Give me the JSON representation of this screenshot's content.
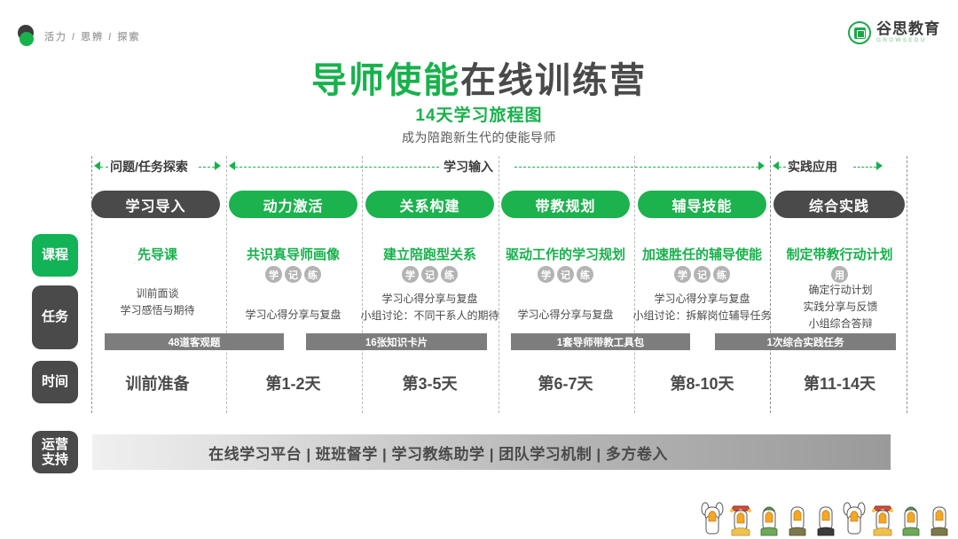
{
  "topbar": {
    "tagline": "活力 / 思辨 / 探索",
    "logo_cn": "谷思教育",
    "logo_en": "GROWSEDU"
  },
  "title": {
    "main_green": "导师使能",
    "main_dark": "在线训练营",
    "sub": "14天学习旅程图",
    "desc": "成为陪跑新生代的使能导师"
  },
  "phases": [
    {
      "label": "问题/任务探索"
    },
    {
      "label": "学习输入"
    },
    {
      "label": "实践应用"
    }
  ],
  "row_labels": {
    "course": "课程",
    "task": "任务",
    "time": "时间",
    "support_line1": "运营",
    "support_line2": "支持"
  },
  "columns": [
    {
      "pill": "学习导入",
      "pill_style": "dark",
      "course": "先导课",
      "badges": [],
      "tasks": [
        "训前面谈",
        "学习感悟与期待"
      ],
      "time": "训前准备"
    },
    {
      "pill": "动力激活",
      "pill_style": "green",
      "course": "共识真导师画像",
      "badges": [
        "学",
        "记",
        "练"
      ],
      "tasks": [
        "学习心得分享与复盘"
      ],
      "time": "第1-2天"
    },
    {
      "pill": "关系构建",
      "pill_style": "green",
      "course": "建立陪跑型关系",
      "badges": [
        "学",
        "记",
        "练"
      ],
      "tasks": [
        "学习心得分享与复盘",
        "小组讨论：不同干系人的期待"
      ],
      "time": "第3-5天"
    },
    {
      "pill": "带教规划",
      "pill_style": "green",
      "course": "驱动工作的学习规划",
      "badges": [
        "学",
        "记",
        "练"
      ],
      "tasks": [
        "学习心得分享与复盘"
      ],
      "time": "第6-7天"
    },
    {
      "pill": "辅导技能",
      "pill_style": "green",
      "course": "加速胜任的辅导使能",
      "badges": [
        "学",
        "记",
        "练"
      ],
      "tasks": [
        "学习心得分享与复盘",
        "小组讨论：拆解岗位辅导任务"
      ],
      "time": "第8-10天"
    },
    {
      "pill": "综合实践",
      "pill_style": "dark",
      "course": "制定带教行动计划",
      "badges": [
        "用"
      ],
      "tasks": [
        "确定行动计划",
        "实践分享与反馈",
        "小组综合答辩"
      ],
      "time": "第11-14天"
    }
  ],
  "deliverables": [
    {
      "label": "48道客观题"
    },
    {
      "label": "16张知识卡片"
    },
    {
      "label": "1套导师带教工具包"
    },
    {
      "label": "1次综合实践任务"
    }
  ],
  "support": {
    "text": "在线学习平台 | 班班督学 | 学习教练助学 | 团队学习机制 | 多方卷入"
  },
  "colors": {
    "green": "#18b14c",
    "dark": "#4a4a4a",
    "grey_bar": "#7d7d7d",
    "badge_grey": "#b3b3b3"
  }
}
